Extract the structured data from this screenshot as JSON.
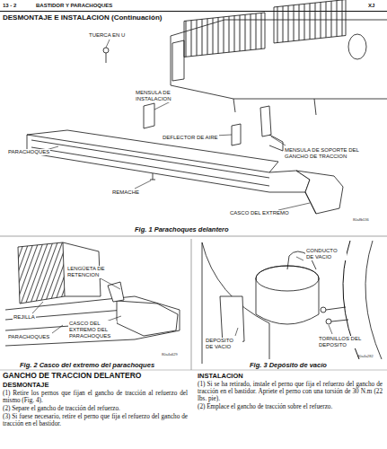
{
  "diagram": {
    "title": "DESMONTAJE E INSTALACION (Continuación)",
    "labels": [
      "13 - 2",
      "BASTIDOR Y PARACHOQUES",
      "XJ",
      "TUERCA EN U",
      "MENSULA DE INSTALACION",
      "DEFLECTOR DE AIRE",
      "MENSULA DE SOPORTE DEL GANCHO DE TRACCION",
      "PARACHOQUES",
      "REMACHE",
      "CASCO DEL EXTREMO",
      "80a8b136",
      "Fig. 1 Parachoques delantero",
      "LENGÜETA DE RETENCION",
      "REJILLA",
      "PARACHOQUES",
      "CASCO DEL EXTREMO DEL PARACHOQUES",
      "80a4a629",
      "Fig. 2 Casco del extremo del parachoques",
      "CONDUCTO DE VACIO",
      "TORNILLOS DEL DEPOSITO",
      "DEPOSITO DE VACIO",
      "80a4a282",
      "Fig. 3 Depósito de vacío",
      "GANCHO DE TRACCION DELANTERO",
      "DESMONTAJE",
      "(1) Retire los pernos que fijan el gancho de tracción al refuerzo del mismo (Fig. 4).",
      "(2) Separe el gancho de tracción del refuerzo.",
      "(3) Si fuese necesario, retire el perno que fija el refuerzo del gancho de tracción en el bastidor.",
      "INSTALACION",
      "(1) Si se ha retirado, instale el perno que fija el refuerzo del gancho de tracción en el bastidor. Apriete el perno con una torsión de 30 N.m (22 lbs. pie).",
      "(2) Emplace el gancho de tracción sobre el refuerzo."
    ]
  }
}
